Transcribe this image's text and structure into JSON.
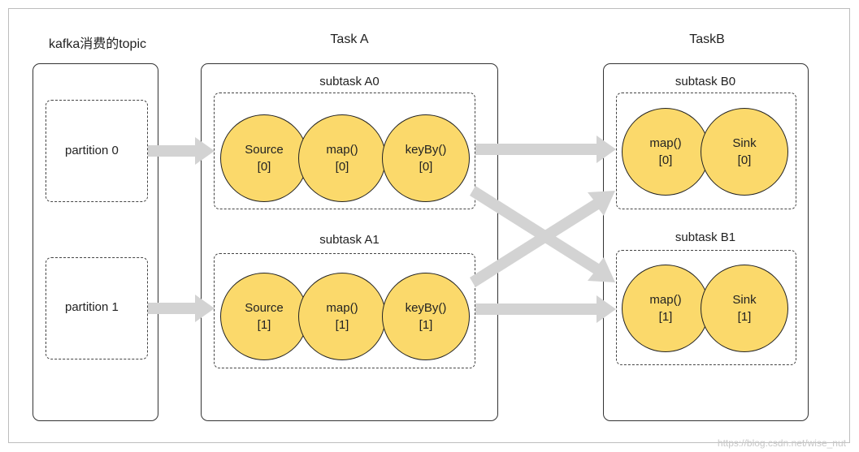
{
  "topic": {
    "title": "kafka消费的topic",
    "partitions": [
      "partition 0",
      "partition 1"
    ]
  },
  "task_a": {
    "title": "Task A",
    "subtasks": [
      {
        "label": "subtask A0",
        "nodes": [
          {
            "name": "Source",
            "index": "[0]"
          },
          {
            "name": "map()",
            "index": "[0]"
          },
          {
            "name": "keyBy()",
            "index": "[0]"
          }
        ]
      },
      {
        "label": "subtask A1",
        "nodes": [
          {
            "name": "Source",
            "index": "[1]"
          },
          {
            "name": "map()",
            "index": "[1]"
          },
          {
            "name": "keyBy()",
            "index": "[1]"
          }
        ]
      }
    ]
  },
  "task_b": {
    "title": "TaskB",
    "subtasks": [
      {
        "label": "subtask B0",
        "nodes": [
          {
            "name": "map()",
            "index": "[0]"
          },
          {
            "name": "Sink",
            "index": "[0]"
          }
        ]
      },
      {
        "label": "subtask B1",
        "nodes": [
          {
            "name": "map()",
            "index": "[1]"
          },
          {
            "name": "Sink",
            "index": "[1]"
          }
        ]
      }
    ]
  },
  "colors": {
    "node_fill": "#fbd96b",
    "arrow": "#d3d3d3"
  },
  "watermark": "https://blog.csdn.net/wise_nut"
}
